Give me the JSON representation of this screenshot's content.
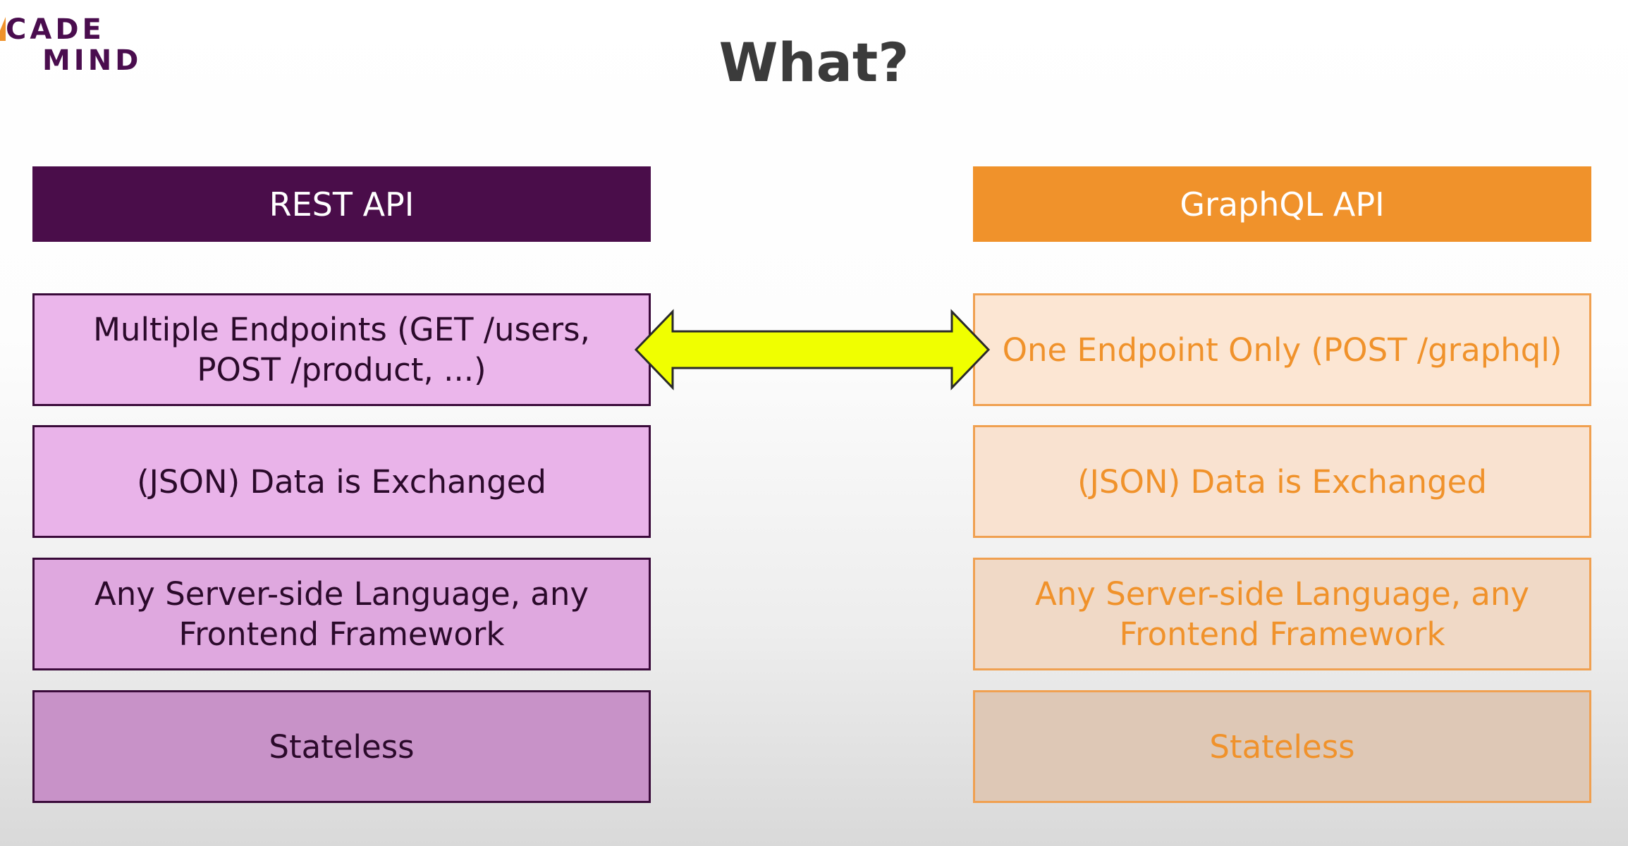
{
  "logo": {
    "line1": "CADE",
    "line2": "MIND"
  },
  "title": "What?",
  "columns": {
    "rest": {
      "header": "REST API",
      "cells": [
        "Multiple Endpoints (GET /users, POST /product, ...)",
        "(JSON) Data is Exchanged",
        "Any Server-side Language, any Frontend Framework",
        "Stateless"
      ]
    },
    "graphql": {
      "header": "GraphQL API",
      "cells": [
        "One Endpoint Only (POST /graphql)",
        "(JSON) Data is Exchanged",
        "Any Server-side Language, any Frontend Framework",
        "Stateless"
      ]
    }
  },
  "colors": {
    "rest_header": "#4a0d4a",
    "graphql_header": "#f0922b",
    "arrow_fill": "#f0ff00"
  }
}
